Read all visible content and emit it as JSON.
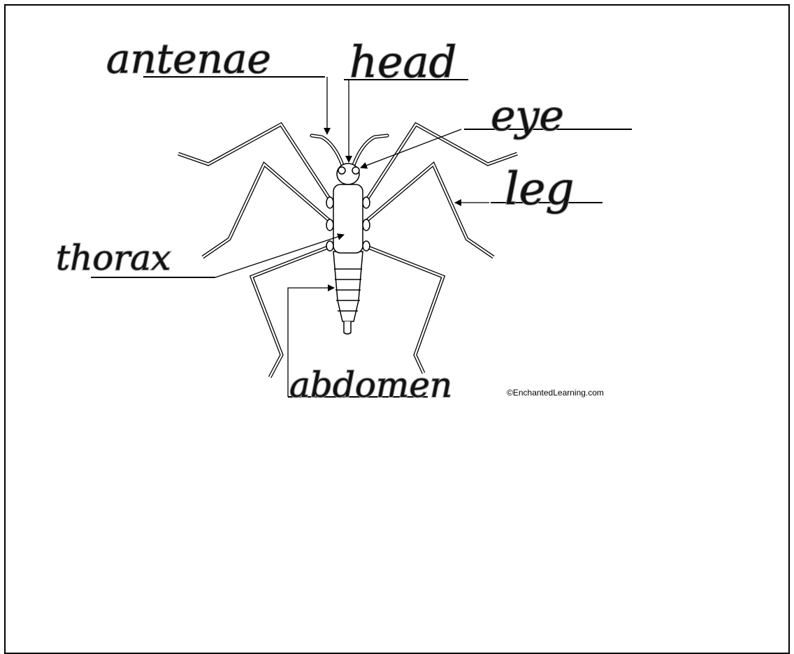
{
  "labels": {
    "antennae": "antenae",
    "head": "head",
    "eye": "eye",
    "leg": "leg",
    "thorax": "thorax",
    "abdomen": "abdomen"
  },
  "credit": "©EnchantedLearning.com"
}
